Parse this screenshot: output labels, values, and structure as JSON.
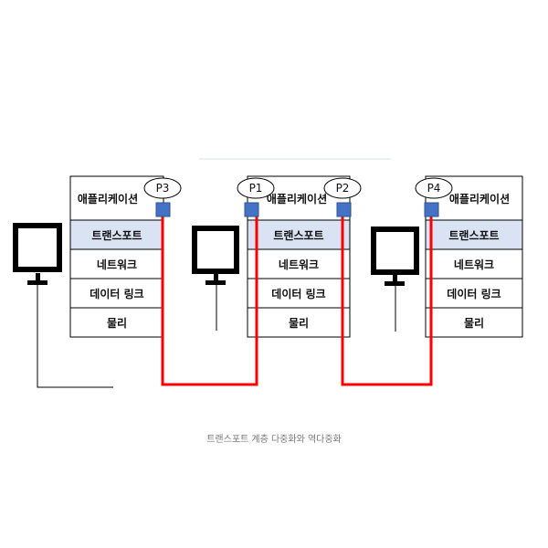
{
  "caption": "트랜스포트 계층 다중화와 역다중화",
  "layers": {
    "application": "애플리케이션",
    "transport": "트랜스포트",
    "network": "네트워크",
    "link": "데이터 링크",
    "physical": "물리"
  },
  "ports": {
    "p1": "P1",
    "p2": "P2",
    "p3": "P3",
    "p4": "P4"
  },
  "colors": {
    "transport_fill": "#dae3f3",
    "port_socket": "#4472c4",
    "path": "#ff0000",
    "border": "#000000"
  },
  "icons": [
    "computer-monitor-icon",
    "computer-monitor-icon",
    "computer-monitor-icon"
  ]
}
